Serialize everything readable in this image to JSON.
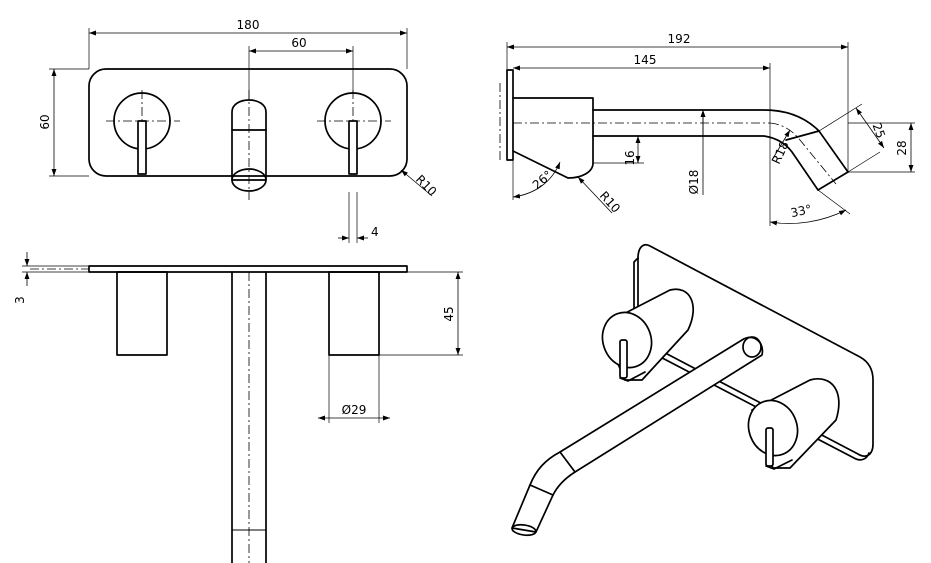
{
  "front_view": {
    "width": "180",
    "spacing": "60",
    "height": "60",
    "radius": "R10",
    "lever_width": "4"
  },
  "side_view": {
    "total_depth": "192",
    "spout_reach": "145",
    "spout_drop": "28",
    "tip_diameter": "25",
    "bend_radius": "R18",
    "bend_angle": "33°",
    "spout_diameter": "Ø18",
    "body_offset": "16",
    "handle_angle": "26°",
    "handle_radius": "R10"
  },
  "top_view": {
    "plate_thickness": "3",
    "handle_length": "45",
    "handle_diameter": "Ø29"
  }
}
